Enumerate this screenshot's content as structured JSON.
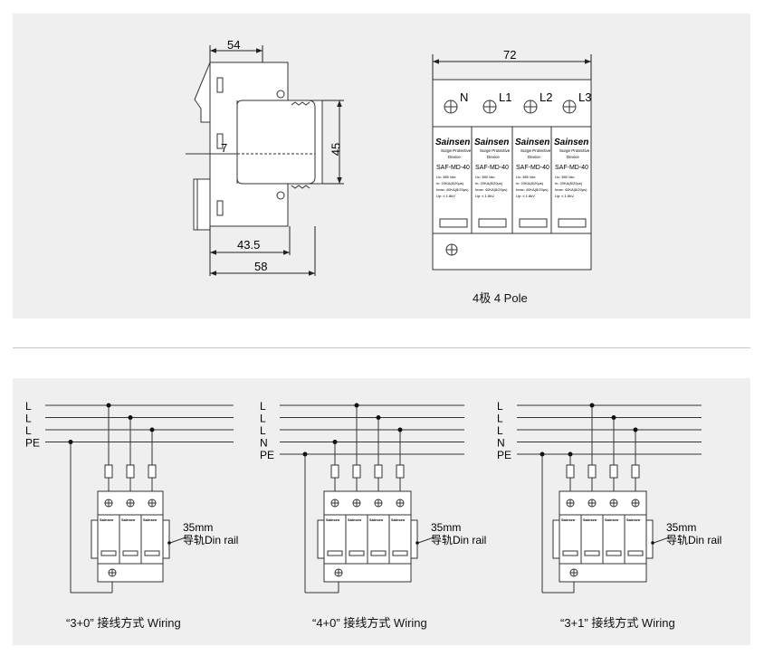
{
  "dimensions": {
    "top_width": "54",
    "mid_offset": "7",
    "height": "45",
    "inner_depth": "43.5",
    "total_depth": "58",
    "front_width": "72"
  },
  "poles": [
    "N",
    "L1",
    "L2",
    "L3"
  ],
  "module": {
    "brand": "Sainsen",
    "subtitle1": "Surge Protective",
    "subtitle2": "Device",
    "model": "SAF-MD-40",
    "spec1": "Uc:    385 Vac",
    "spec2": "In:    20KA(8/20μs)",
    "spec3": "Imax: 40KA(8/20μs)",
    "spec4": "Up:  ≤ 1.8kV"
  },
  "front_caption": "4极 4 Pole",
  "din_rail": {
    "line1": "35mm",
    "line2": "导轨Din rail"
  },
  "wiring": [
    {
      "labels": [
        "L",
        "L",
        "L",
        "PE"
      ],
      "caption": "“3+0” 接线方式 Wiring"
    },
    {
      "labels": [
        "L",
        "L",
        "L",
        "N",
        "PE"
      ],
      "caption": "“4+0” 接线方式 Wiring"
    },
    {
      "labels": [
        "L",
        "L",
        "L",
        "N",
        "PE"
      ],
      "caption": "“3+1” 接线方式 Wiring"
    }
  ]
}
